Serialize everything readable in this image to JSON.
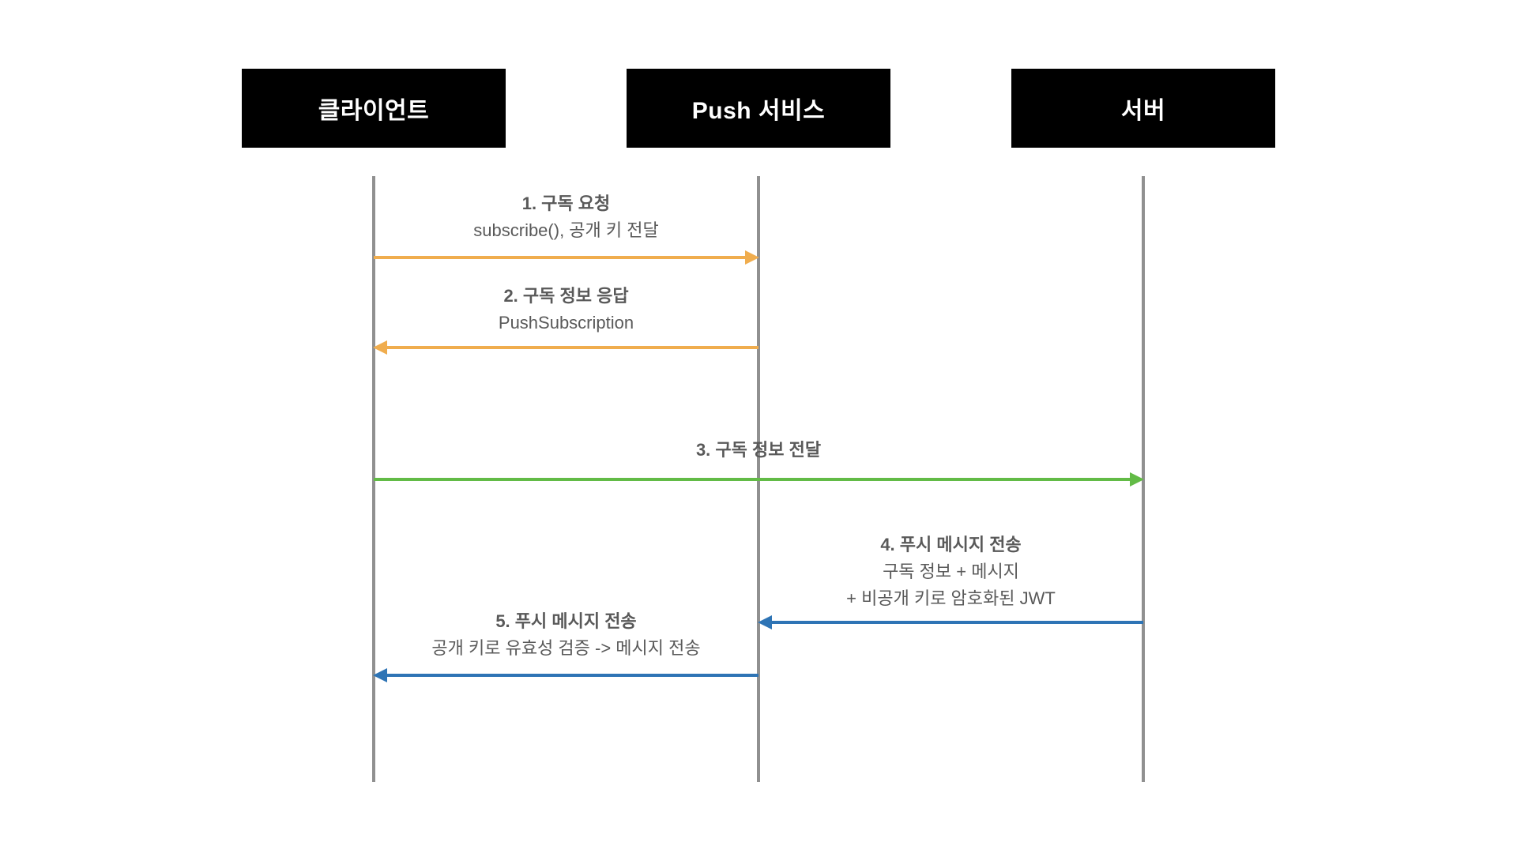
{
  "actors": [
    {
      "id": "client",
      "label": "클라이언트"
    },
    {
      "id": "push-service",
      "label": "Push 서비스"
    },
    {
      "id": "server",
      "label": "서버"
    }
  ],
  "messages": [
    {
      "title": "1. 구독 요청",
      "detail": "subscribe(), 공개 키 전달",
      "from": "클라이언트",
      "to": "Push 서비스",
      "direction": "right",
      "color": "#F0AD4E"
    },
    {
      "title": "2. 구독 정보 응답",
      "detail": "PushSubscription",
      "from": "Push 서비스",
      "to": "클라이언트",
      "direction": "left",
      "color": "#F0AD4E"
    },
    {
      "title": "3. 구독 정보 전달",
      "from": "클라이언트",
      "to": "서버",
      "direction": "right",
      "color": "#62BB46"
    },
    {
      "title": "4. 푸시 메시지 전송",
      "detail": "구독 정보 + 메시지",
      "detail2": "+ 비공개 키로 암호화된 JWT",
      "from": "서버",
      "to": "Push 서비스",
      "direction": "left",
      "color": "#2E74B5"
    },
    {
      "title": "5. 푸시 메시지 전송",
      "detail": "공개 키로 유효성 검증 -> 메시지 전송",
      "from": "Push 서비스",
      "to": "클라이언트",
      "direction": "left",
      "color": "#2E74B5"
    }
  ],
  "colors": {
    "background": "#FFFFFF",
    "actor_bg": "#000000",
    "actor_text": "#FFFFFF",
    "lifeline": "#909090",
    "label_text": "#595959",
    "arrow_orange": "#F0AD4E",
    "arrow_green": "#62BB46",
    "arrow_blue": "#2E74B5"
  }
}
